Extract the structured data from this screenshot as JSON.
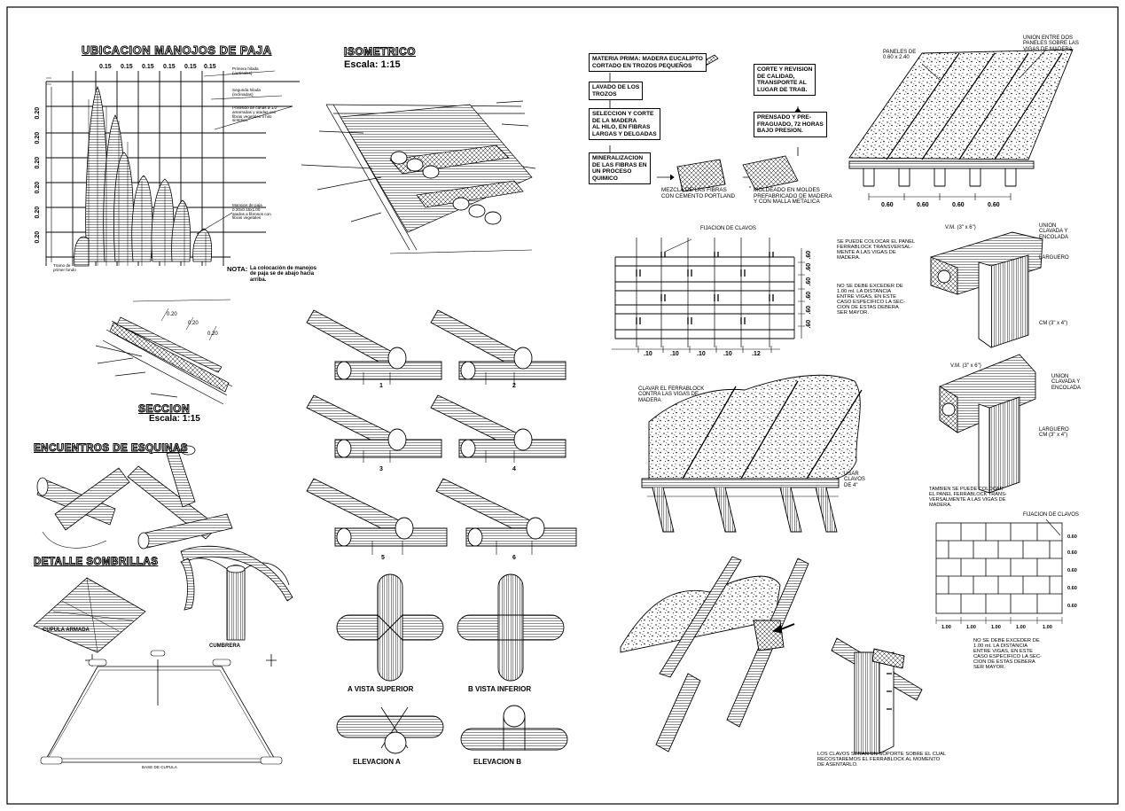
{
  "left": {
    "title_ubicacion": "UBICACION MANOJOS DE PAJA",
    "col_widths": [
      "0.15",
      "0.15",
      "0.15",
      "0.15",
      "0.15",
      "0.15"
    ],
    "row_heights": [
      "0.20",
      "0.20",
      "0.20",
      "0.20",
      "0.20",
      "0.20"
    ],
    "note_primera_hilada": "Primera hilada\n(verticales)",
    "note_segunda_hilada": "Segunda hilada\n(inclinadas)",
    "note_pollosido": "Pollosido de cañas ø 1/2\"\namarradas y atadas con\nfibras vegetales o hilo\nsintetico.",
    "note_manojos": "Manojos de paja\n0.20x0.15x1.00\natados a fibrosos con\nfibras vegetales",
    "note_tramo": "Tramo de\nprimer fondo",
    "nota_label": "NOTA:",
    "nota_text": "La colocación de manojos\nde paja se de abajo hacia\narriba.",
    "seccion_title": "SECCION",
    "seccion_scale": "Escala: 1:15",
    "seccion_dims": [
      "0.20",
      "0.20",
      "0.20"
    ],
    "encuentros_title": "ENCUENTROS DE ESQUINAS",
    "sombrillas_title": "DETALLE SOMBRILLAS",
    "cupula_label": "CUPULA ARMADA",
    "cumbrera_label": "CUMBRERA",
    "base_cupula_label": "BASE DE CUPULA"
  },
  "middle": {
    "iso_title": "ISOMETRICO",
    "iso_scale": "Escala: 1:15",
    "joint_numbers": [
      "1",
      "2",
      "3",
      "4",
      "5",
      "6"
    ],
    "vista_superior": "A VISTA SUPERIOR",
    "vista_inferior": "B VISTA INFERIOR",
    "elevacion_a": "ELEVACION  A",
    "elevacion_b": "ELEVACION  B"
  },
  "flow": {
    "materia_prima": "MATERIA PRIMA: MADERA EUCALIPTO\nCORTADO EN TROZOS PEQUEÑOS",
    "lavado": "LAVADO DE LOS\nTROZOS",
    "seleccion": "SELECCION Y CORTE\nDE LA MADERA\nAL HILO, EN FIBRAS\nLARGAS Y DELGADAS",
    "mineralizacion": "MINERALIZACION\nDE LAS FIBRAS EN\nUN PROCESO\nQUIMICO",
    "mezcla": "MEZCLA DE LAS FIBRAS\nCON CEMENTO PORTLAND",
    "moldeado": "MOLDEADO EN MOLDES\nPREFABRICADO DE MADERA\nY CON MALLA METALICA",
    "prensado": "PRENSADO Y PRE-\nFRAGUADO, 72 HORAS\nBAJO PRESION.",
    "corte": "CORTE Y REVISION\nDE CALIDAD,\nTRANSPORTE AL\nLUGAR DE TRAB."
  },
  "panels": {
    "paneles_label": "PANELES DE\n0.60 x 2.40",
    "union_label": "UNION ENTRE DOS\nPANELES SOBRE LAS\nVIGAS DE MADERA",
    "beam_spacing": [
      "0.60",
      "0.60",
      "0.60",
      "0.60"
    ],
    "fijacion_title": "FIJACION DE CLAVOS",
    "fij_col_dims": [
      ".10",
      ".10",
      ".10",
      ".10",
      ".12"
    ],
    "fij_row_dims": [
      ".60",
      ".60",
      ".60",
      ".60",
      ".60",
      ".60"
    ],
    "note_transversal": "SE PUEDE COLOCAR EL PANEL\nFERRABLOCK TRANSVERSAL-\nMENTE A LAS VIGAS DE\nMADERA.",
    "note_exceder": "NO SE DEBE EXCEDER DE\n1.00 ml. LA DISTANCIA\nENTRE VIGAS, EN ESTE\nCASO ESPECIFICO LA SEC-\nCION DE ESTAS DEBERA\nSER MAYOR.",
    "clavar_label": "CLAVAR EL FERRABLOCK\nCONTRA LAS VIGAS DE\nMADERA",
    "usar_clavos": "USAR\nCLAVOS\nDE 4\"",
    "vm_label": "V.M. (3\" x 6\")",
    "union_clavada": "UNION\nCLAVADA Y\nENCOLADA",
    "larguero": "LARGUERO",
    "cm_label": "CM (3\" x 4\")",
    "larguero_cm": "LARGUERO\nCM (3\" x 4\")",
    "tambien_note": "TAMBIEN SE PUEDE COLOCAR\nEL PANEL FERRABLOCK TRANS-\nVERSALMENTE A LAS VIGAS DE\nMADERA.",
    "fijacion_title_2": "FIJACION DE CLAVOS",
    "row_dims_2": [
      "0.60",
      "0.60",
      "0.60",
      "0.60",
      "0.60"
    ],
    "col_dims_2": [
      "1.00",
      "1.00",
      "1.00",
      "1.00",
      "1.00"
    ],
    "note_exceder_2": "NO SE DEBE EXCEDER DE\n1.00 ml. LA DISTANCIA\nENTRE VIGAS, EN ESTE\nCASO ESPECIFICO LA SEC-\nCION DE ESTAS DEBERA\nSER MAYOR.",
    "clavos_note": "LOS CLAVOS SERAN UN SOPORTE SOBRE EL CUAL\nRECOSTAREMOS EL FERRABLOCK AL MOMENTO\nDE ASENTARLO."
  }
}
